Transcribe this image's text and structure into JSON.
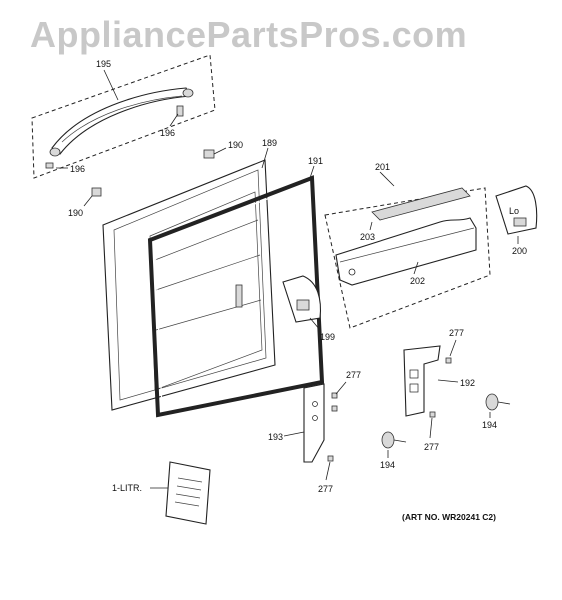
{
  "watermark": "AppliancePartsPros.com",
  "art_number": "(ART NO. WR20241 C2)",
  "callouts": {
    "c195": "195",
    "c196a": "196",
    "c196b": "196",
    "c190a": "190",
    "c190b": "190",
    "c189": "189",
    "c191": "191",
    "c201": "201",
    "c203": "203",
    "c202": "202",
    "c200": "200",
    "c199": "199",
    "c277a": "277",
    "c277b": "277",
    "c277c": "277",
    "c277d": "277",
    "c192": "192",
    "c193": "193",
    "c194a": "194",
    "c194b": "194",
    "c1litr": "1-LITR."
  },
  "bin_cover_text": "Lo"
}
